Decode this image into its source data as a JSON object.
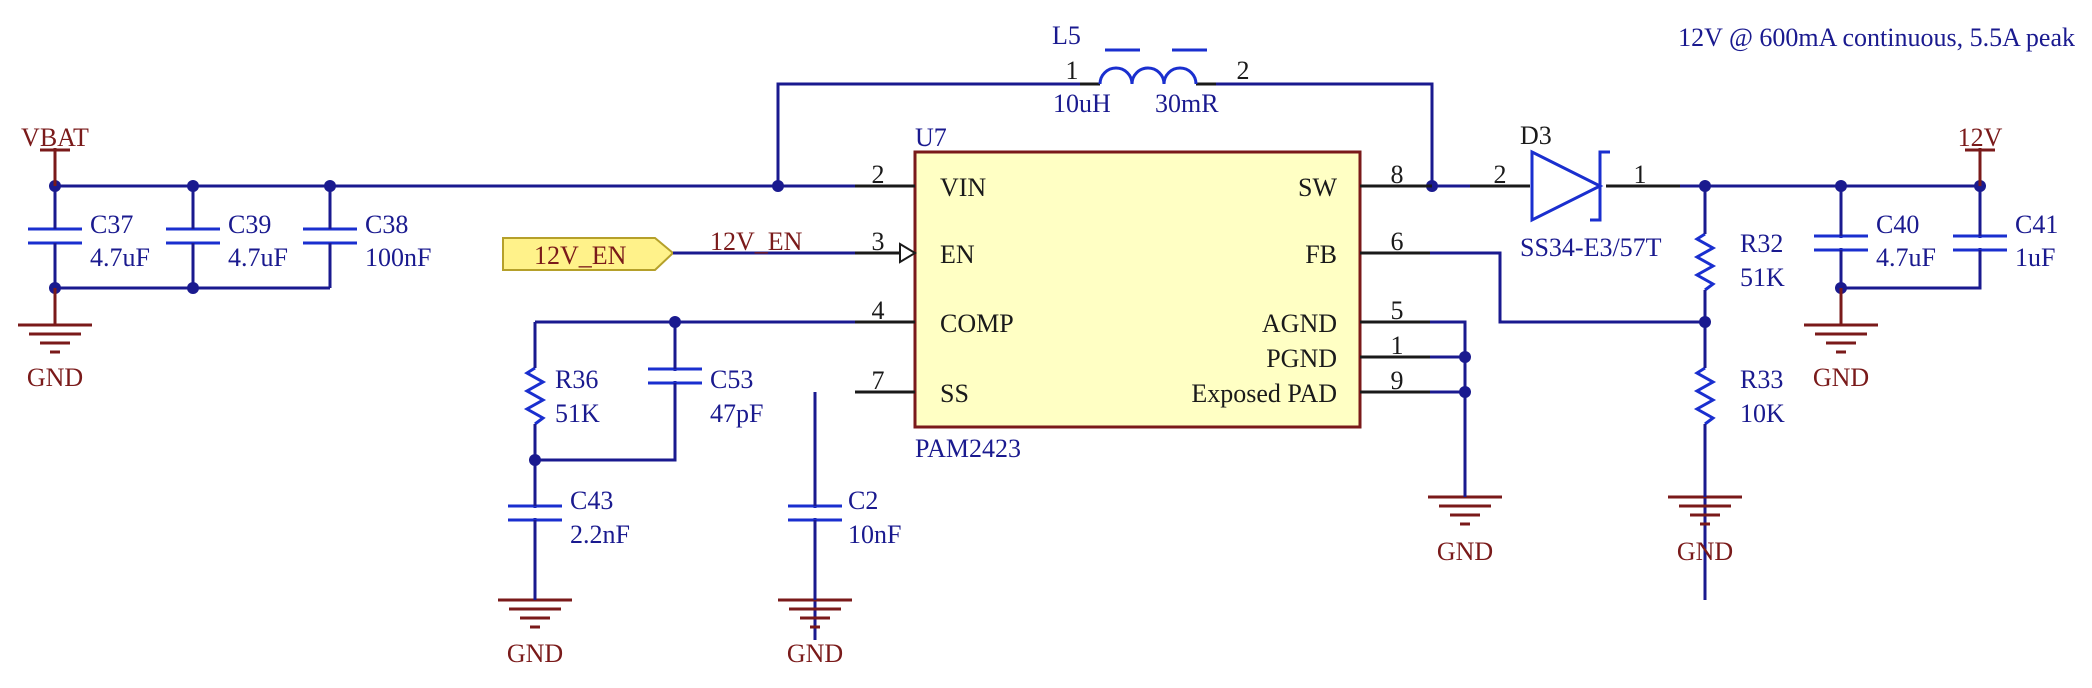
{
  "note": "12V @ 600mA continuous, 5.5A peak",
  "power": {
    "vbat": "VBAT",
    "out": "12V",
    "gnd": "GND"
  },
  "ic": {
    "ref": "U7",
    "part": "PAM2423",
    "pins": {
      "vin": {
        "name": "VIN",
        "num": "2"
      },
      "en": {
        "name": "EN",
        "num": "3"
      },
      "comp": {
        "name": "COMP",
        "num": "4"
      },
      "ss": {
        "name": "SS",
        "num": "7"
      },
      "sw": {
        "name": "SW",
        "num": "8"
      },
      "fb": {
        "name": "FB",
        "num": "6"
      },
      "agnd": {
        "name": "AGND",
        "num": "5"
      },
      "pgnd": {
        "name": "PGND",
        "num": "1"
      },
      "pad": {
        "name": "Exposed PAD",
        "num": "9"
      }
    }
  },
  "inductor": {
    "ref": "L5",
    "value": "10uH",
    "dcr": "30mR",
    "pin1": "1",
    "pin2": "2"
  },
  "diode": {
    "ref": "D3",
    "part": "SS34-E3/57T",
    "pin_anode": "2",
    "pin_cathode": "1"
  },
  "enable": {
    "port": "12V_EN",
    "net": "12V_EN"
  },
  "capacitors": {
    "c37": {
      "ref": "C37",
      "value": "4.7uF"
    },
    "c39": {
      "ref": "C39",
      "value": "4.7uF"
    },
    "c38": {
      "ref": "C38",
      "value": "100nF"
    },
    "c53": {
      "ref": "C53",
      "value": "47pF"
    },
    "c43": {
      "ref": "C43",
      "value": "2.2nF"
    },
    "c2": {
      "ref": "C2",
      "value": "10nF"
    },
    "c40": {
      "ref": "C40",
      "value": "4.7uF"
    },
    "c41": {
      "ref": "C41",
      "value": "1uF"
    }
  },
  "resistors": {
    "r36": {
      "ref": "R36",
      "value": "51K"
    },
    "r32": {
      "ref": "R32",
      "value": "51K"
    },
    "r33": {
      "ref": "R33",
      "value": "10K"
    }
  },
  "colors": {
    "wire": "#1a1a8f",
    "component": "#1a2fcf",
    "power": "#7a1a1a",
    "ic_fill": "#ffffc4",
    "port_fill": "#fff28a"
  }
}
